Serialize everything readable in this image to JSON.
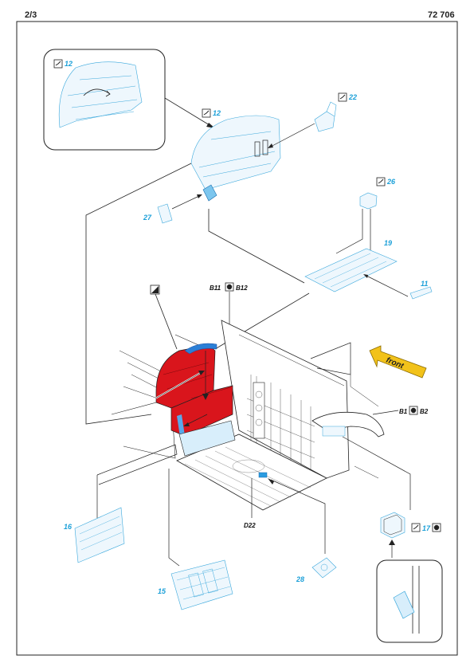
{
  "header": {
    "page": "2/3",
    "code": "72 706"
  },
  "colors": {
    "part_label": "#1a9fd8",
    "etch_fill": "#cfe9f8",
    "etch_stroke": "#3aa8dc",
    "colored_sheet": "#d9151c",
    "sheet_edge": "#2b7fd6",
    "line": "#222222"
  },
  "icons": {
    "bend": "bend-symbol-icon",
    "glue": "glue-symbol-icon",
    "remove": "remove-plastic-icon",
    "colored": "colored-part-icon",
    "front_arrow": "front-arrow-icon"
  },
  "labels": {
    "p12_inset": "12",
    "p12": "12",
    "p22": "22",
    "p26": "26",
    "p27": "27",
    "p19": "19",
    "p11": "11",
    "p16": "16",
    "p15": "15",
    "p28": "28",
    "p17": "17",
    "b11": "B11",
    "b12": "B12",
    "b1": "B1",
    "b2": "B2",
    "d22": "D22",
    "front": "front"
  }
}
